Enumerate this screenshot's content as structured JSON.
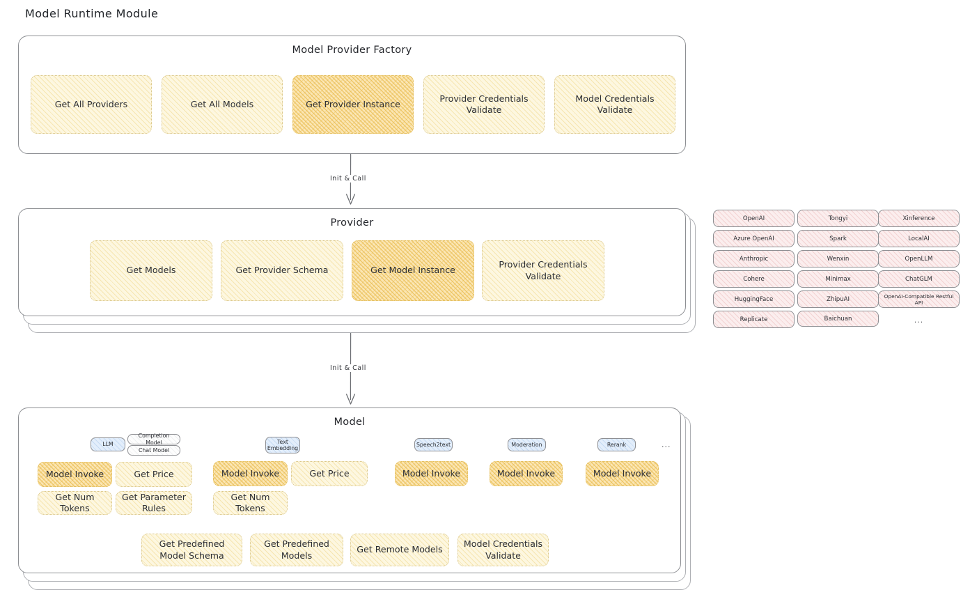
{
  "page": {
    "title": "Model Runtime Module"
  },
  "factory": {
    "title": "Model Provider Factory",
    "boxes": [
      {
        "label": "Get All Providers",
        "highlight": false
      },
      {
        "label": "Get All Models",
        "highlight": false
      },
      {
        "label": "Get Provider Instance",
        "highlight": true
      },
      {
        "label": "Provider Credentials Validate",
        "highlight": false
      },
      {
        "label": "Model Credentials Validate",
        "highlight": false
      }
    ]
  },
  "arrow1": {
    "label": "Init & Call"
  },
  "provider": {
    "title": "Provider",
    "boxes": [
      {
        "label": "Get Models",
        "highlight": false
      },
      {
        "label": "Get Provider Schema",
        "highlight": false
      },
      {
        "label": "Get Model Instance",
        "highlight": true
      },
      {
        "label": "Provider Credentials Validate",
        "highlight": false
      }
    ]
  },
  "provider_list": {
    "columns": [
      {
        "items": [
          "OpenAI",
          "Azure OpenAI",
          "Anthropic",
          "Cohere",
          "HuggingFace",
          "Replicate"
        ]
      },
      {
        "items": [
          "Tongyi",
          "Spark",
          "Wenxin",
          "Minimax",
          "ZhipuAI",
          "Baichuan"
        ]
      },
      {
        "items": [
          "Xinference",
          "LocalAI",
          "OpenLLM",
          "ChatGLM",
          "OpenAI-Compatible Restful API"
        ]
      }
    ],
    "ellipsis": "..."
  },
  "arrow2": {
    "label": "Init & Call"
  },
  "model": {
    "title": "Model",
    "ellipsis": "...",
    "types": [
      {
        "tag": "LLM",
        "style": "blue",
        "subtags": [
          "Completion Model",
          "Chat Model"
        ]
      },
      {
        "tag": "Text Embedding",
        "style": "blue",
        "subtags": []
      },
      {
        "tag": "Speech2text",
        "style": "blue",
        "subtags": []
      },
      {
        "tag": "Moderation",
        "style": "blue",
        "subtags": []
      },
      {
        "tag": "Rerank",
        "style": "blue",
        "subtags": []
      }
    ],
    "columns": [
      {
        "boxes": [
          {
            "label": "Model Invoke",
            "highlight": true
          },
          {
            "label": "Get Price",
            "highlight": false
          },
          {
            "label": "Get Num Tokens",
            "highlight": false
          },
          {
            "label": "Get Parameter Rules",
            "highlight": false
          }
        ]
      },
      {
        "boxes": [
          {
            "label": "Model Invoke",
            "highlight": true
          },
          {
            "label": "Get Price",
            "highlight": false
          },
          {
            "label": "Get Num Tokens",
            "highlight": false
          }
        ]
      },
      {
        "boxes": [
          {
            "label": "Model Invoke",
            "highlight": true
          }
        ]
      },
      {
        "boxes": [
          {
            "label": "Model Invoke",
            "highlight": true
          }
        ]
      },
      {
        "boxes": [
          {
            "label": "Model Invoke",
            "highlight": true
          }
        ]
      }
    ],
    "common_boxes": [
      {
        "label": "Get Predefined Model Schema"
      },
      {
        "label": "Get Predefined Models"
      },
      {
        "label": "Get Remote Models"
      },
      {
        "label": "Model Credentials Validate"
      }
    ]
  },
  "colors": {
    "box_fill": "#fdf7e0",
    "box_fill_highlight": "#fbe6b4",
    "box_border": "#d9c68a",
    "chip_fill": "#fbeeee",
    "tag_blue": "#e3eefb",
    "panel_border": "#8d8f93",
    "text": "#2c2e33"
  }
}
